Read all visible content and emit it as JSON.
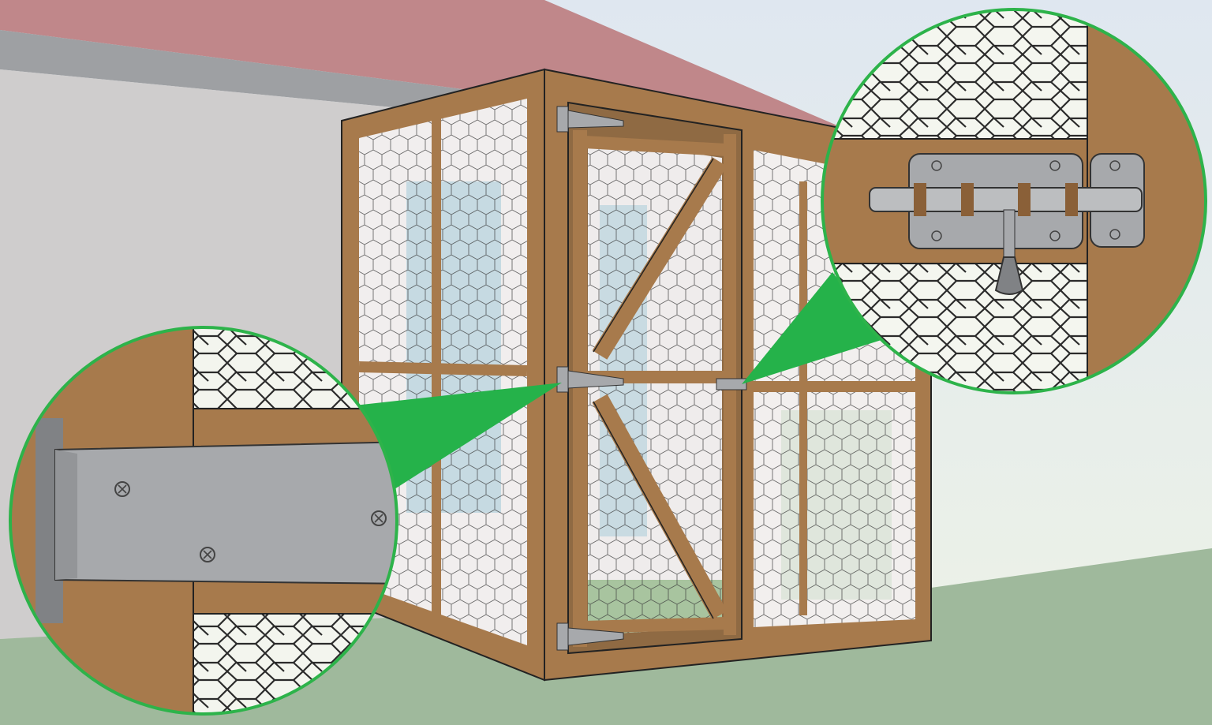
{
  "illustration": {
    "subject": "wooden-chicken-run-door",
    "callouts": [
      "strap-hinge-detail",
      "barrel-bolt-latch-detail"
    ]
  },
  "colors": {
    "sky_top": "#d9e3ef",
    "sky_bottom": "#eef3e8",
    "wall": "#cfcdcd",
    "wall_edge": "#9ea0a3",
    "roof": "#c0878a",
    "ground": "#9fb99c",
    "wood": "#a77a4c",
    "wood_dark": "#8a6038",
    "metal": "#a7a9ac",
    "metal_dark": "#808285",
    "callout_ring": "#2db34a",
    "callout_wedge": "#25b24a",
    "mesh_line": "#333333"
  }
}
